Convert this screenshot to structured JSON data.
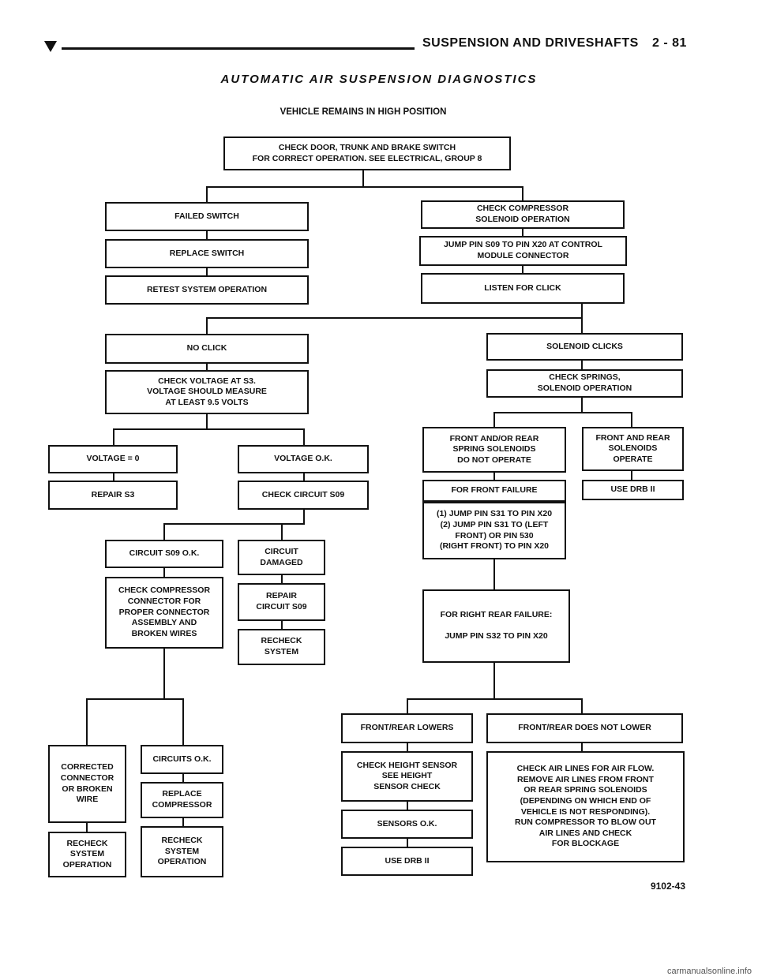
{
  "header": {
    "section": "SUSPENSION AND DRIVESHAFTS",
    "page": "2 - 81"
  },
  "title": "AUTOMATIC AIR SUSPENSION DIAGNOSTICS",
  "subtitle": "VEHICLE REMAINS IN HIGH POSITION",
  "boxes": {
    "b1": "CHECK DOOR, TRUNK AND BRAKE SWITCH\nFOR CORRECT OPERATION. SEE ELECTRICAL, GROUP 8",
    "b2": "FAILED SWITCH",
    "b3": "REPLACE SWITCH",
    "b4": "RETEST SYSTEM OPERATION",
    "b5": "CHECK COMPRESSOR\nSOLENOID OPERATION",
    "b6": "JUMP PIN S09 TO PIN X20 AT CONTROL\nMODULE CONNECTOR",
    "b7": "LISTEN FOR CLICK",
    "b8": "NO CLICK",
    "b9": "CHECK VOLTAGE AT S3.\nVOLTAGE SHOULD MEASURE\nAT LEAST 9.5 VOLTS",
    "b10": "SOLENOID CLICKS",
    "b11": "CHECK SPRINGS,\nSOLENOID OPERATION",
    "b12": "VOLTAGE = 0",
    "b13": "REPAIR S3",
    "b14": "VOLTAGE O.K.",
    "b15": "CHECK CIRCUIT S09",
    "b16": "FRONT AND/OR REAR\nSPRING SOLENOIDS\nDO NOT OPERATE",
    "b17": "FOR FRONT FAILURE",
    "b18": "(1) JUMP PIN S31 TO PIN X20\n(2) JUMP PIN S31 TO (LEFT\nFRONT) OR PIN 530\n(RIGHT FRONT) TO PIN X20",
    "b19": "FRONT AND REAR\nSOLENOIDS\nOPERATE",
    "b20": "USE DRB II",
    "b21": "CIRCUIT S09 O.K.",
    "b22": "CHECK COMPRESSOR\nCONNECTOR FOR\nPROPER CONNECTOR\nASSEMBLY AND\nBROKEN WIRES",
    "b23": "CIRCUIT\nDAMAGED",
    "b24": "REPAIR\nCIRCUIT S09",
    "b25": "RECHECK\nSYSTEM",
    "b26": "FOR RIGHT REAR FAILURE:\n\nJUMP PIN S32 TO PIN X20",
    "b27": "CORRECTED\nCONNECTOR\nOR BROKEN\nWIRE",
    "b28": "RECHECK\nSYSTEM\nOPERATION",
    "b29": "CIRCUITS O.K.",
    "b30": "REPLACE\nCOMPRESSOR",
    "b31": "RECHECK\nSYSTEM\nOPERATION",
    "b32": "FRONT/REAR LOWERS",
    "b33": "CHECK HEIGHT SENSOR\nSEE  HEIGHT\nSENSOR CHECK",
    "b34": "SENSORS O.K.",
    "b35": "USE DRB II",
    "b36": "FRONT/REAR DOES NOT LOWER",
    "b37": "CHECK AIR LINES FOR AIR FLOW.\nREMOVE AIR LINES FROM FRONT\nOR REAR SPRING SOLENOIDS\n(DEPENDING ON WHICH END OF\nVEHICLE IS NOT RESPONDING).\nRUN COMPRESSOR TO BLOW OUT\nAIR LINES AND CHECK\nFOR BLOCKAGE"
  },
  "figure_number": "9102-43",
  "footer": "carmanualsonline.info"
}
